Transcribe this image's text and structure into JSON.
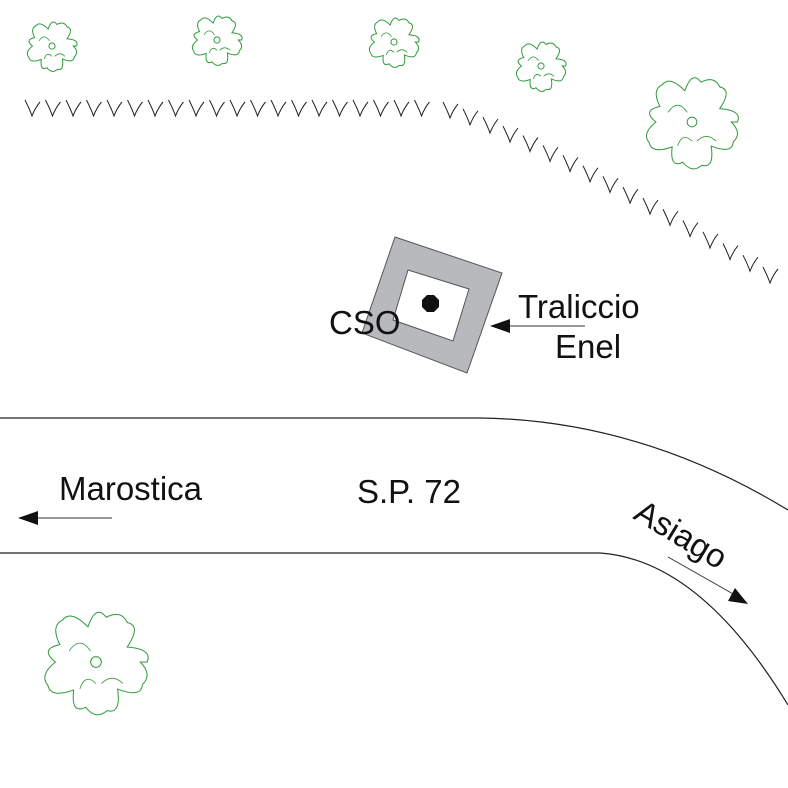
{
  "labels": {
    "cso": "CSO",
    "traliccio_line1": "Traliccio",
    "traliccio_line2": "Enel",
    "marostica": "Marostica",
    "road": "S.P. 72",
    "asiago": "Asiago"
  },
  "colors": {
    "tree": "#2e9a3a",
    "structure": "#b8b9bc",
    "ink": "#111111"
  }
}
